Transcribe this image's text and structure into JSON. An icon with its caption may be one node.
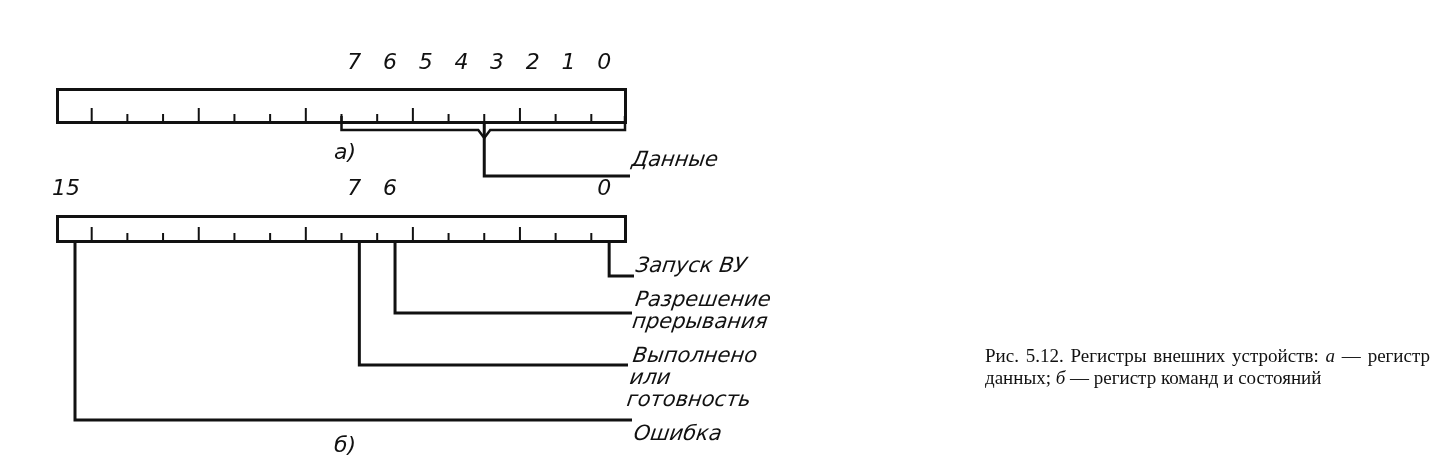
{
  "diagram": {
    "caption": "Рис. 5.12. Регистры внешних устройств: *а* — регистр данных; *б* — регистр команд и состояний",
    "nodes": [
      {
        "text": [],
        "shape": "box"
      },
      {
        "text": [
          "Данные"
        ]
      },
      {
        "text": [],
        "shape": "box"
      },
      {
        "text": [
          "Запуск ВУ"
        ]
      },
      {
        "text": [
          "Разрешение прерывания"
        ]
      },
      {
        "text": [
          "Выполнено или готовность"
        ]
      },
      {
        "text": [
          "Ошибка"
        ]
      }
    ],
    "edges": [
      {
        "from": 1,
        "to": 0,
        "arrow": "none"
      },
      {
        "from": 3,
        "to": 2,
        "arrow": "none"
      },
      {
        "from": 4,
        "to": 2,
        "arrow": "none"
      },
      {
        "from": 5,
        "to": 2,
        "arrow": "none"
      },
      {
        "from": 6,
        "to": 2,
        "arrow": "none"
      }
    ],
    "labels": [
      "7",
      "6",
      "5",
      "4",
      "3",
      "2",
      "1",
      "0",
      "а)",
      "15",
      "7",
      "6",
      "0",
      "б)"
    ]
  }
}
